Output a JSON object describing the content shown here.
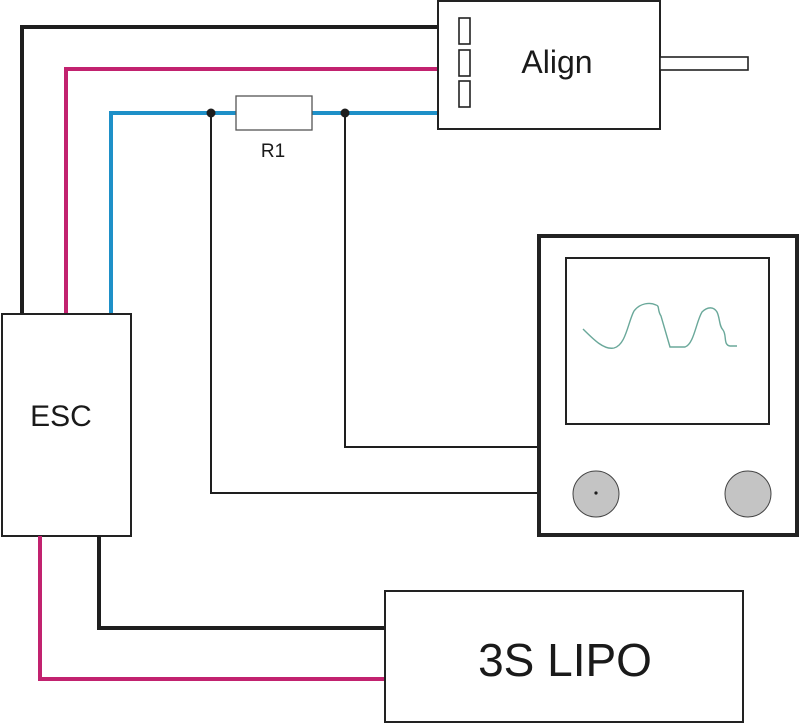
{
  "diagram": {
    "title": "",
    "components": {
      "motor": {
        "label": "Align"
      },
      "esc": {
        "label": "ESC"
      },
      "battery": {
        "label": "3S LIPO"
      },
      "resistor": {
        "label": "R1"
      },
      "oscilloscope": {
        "label": ""
      }
    },
    "colors": {
      "wire_black": "#1e1e1e",
      "wire_magenta": "#c2226f",
      "wire_blue": "#1e90c8",
      "trace": "#6aa89a",
      "knob": "#c4c4c4",
      "outline": "#222222"
    },
    "wires": [
      {
        "name": "phase-a",
        "color": "black",
        "from": "ESC",
        "to": "Align"
      },
      {
        "name": "phase-b",
        "color": "magenta",
        "from": "ESC",
        "to": "Align"
      },
      {
        "name": "phase-c",
        "color": "blue",
        "from": "ESC",
        "to": "Align",
        "via": "R1"
      },
      {
        "name": "battery-negative",
        "color": "black",
        "from": "ESC",
        "to": "3S LIPO"
      },
      {
        "name": "battery-positive",
        "color": "magenta",
        "from": "ESC",
        "to": "3S LIPO"
      },
      {
        "name": "probe-1",
        "color": "black",
        "from": "R1 left node",
        "to": "Oscilloscope channel 1"
      },
      {
        "name": "probe-2",
        "color": "black",
        "from": "R1 right node",
        "to": "Oscilloscope channel 2"
      }
    ]
  }
}
